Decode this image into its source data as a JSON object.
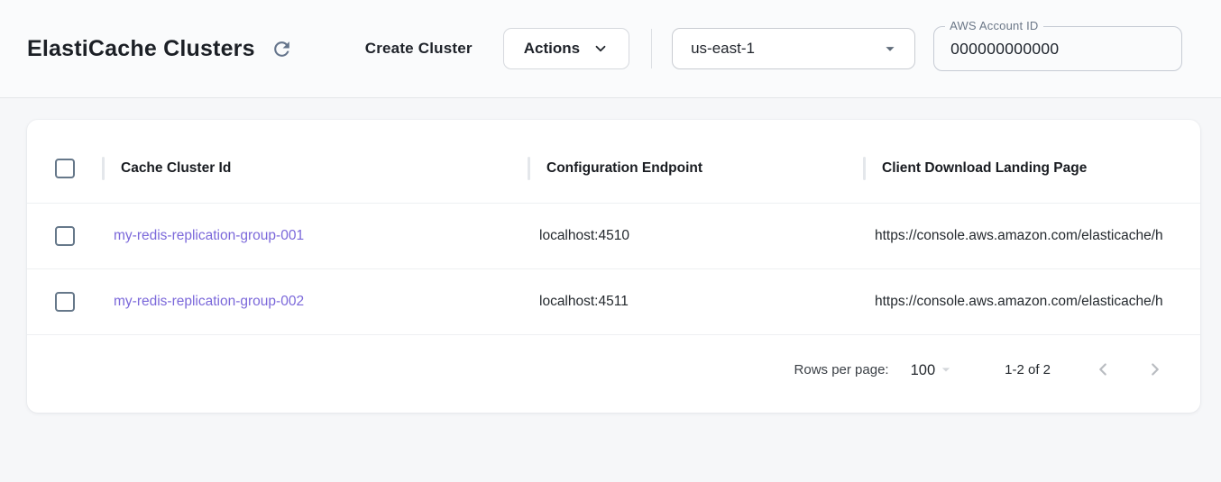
{
  "header": {
    "title": "ElastiCache Clusters",
    "create_button_label": "Create Cluster",
    "actions_button_label": "Actions",
    "region_selected": "us-east-1",
    "account_field": {
      "label": "AWS Account ID",
      "value": "000000000000"
    },
    "icons": {
      "refresh": "refresh-circular-arrow",
      "actions_chevron": "chevron-down",
      "region_caret": "caret-down-filled"
    }
  },
  "table": {
    "columns": [
      "Cache Cluster Id",
      "Configuration Endpoint",
      "Client Download Landing Page"
    ],
    "rows": [
      {
        "cache_cluster_id": "my-redis-replication-group-001",
        "configuration_endpoint": "localhost:4510",
        "client_download_landing_page": "https://console.aws.amazon.com/elasticache/h"
      },
      {
        "cache_cluster_id": "my-redis-replication-group-002",
        "configuration_endpoint": "localhost:4511",
        "client_download_landing_page": "https://console.aws.amazon.com/elasticache/h"
      }
    ],
    "pagination": {
      "rows_per_page_label": "Rows per page:",
      "rows_per_page_value": "100",
      "range_label": "1-2 of 2"
    }
  },
  "colors": {
    "link": "#7b68da",
    "icon_slate": "#64748b",
    "page_background": "#f6f7f9"
  }
}
